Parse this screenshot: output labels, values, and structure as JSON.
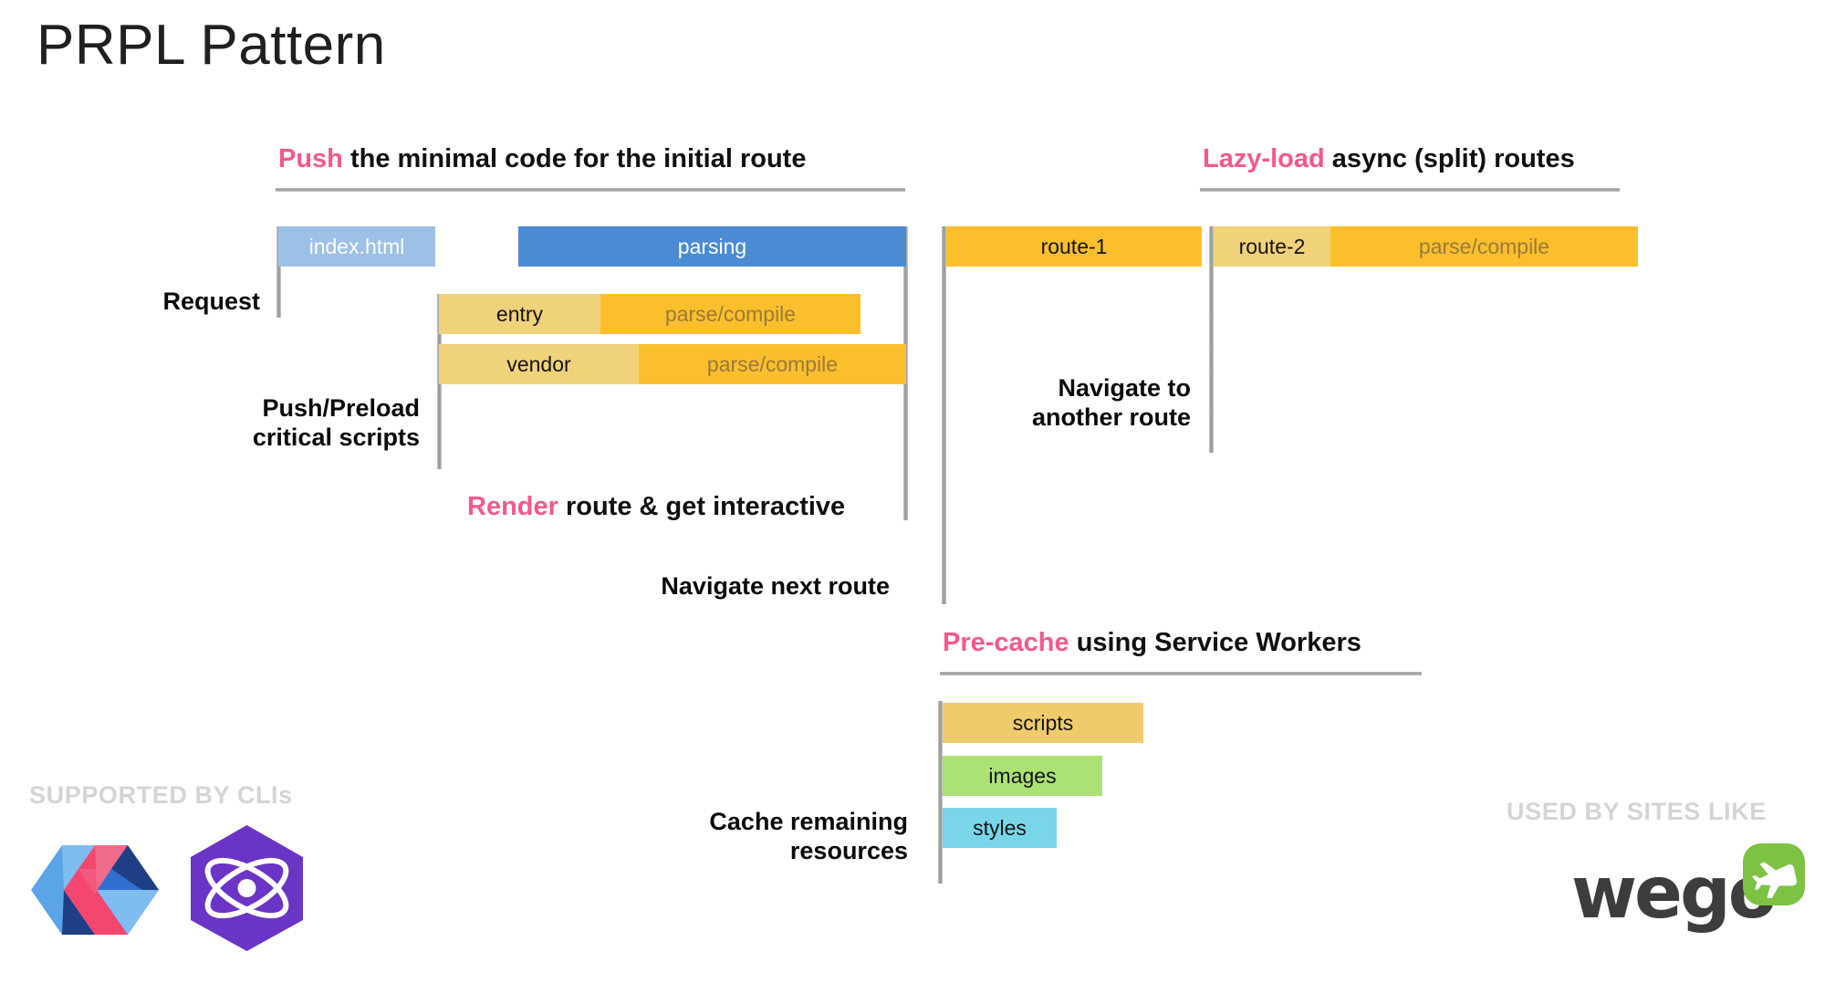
{
  "page": {
    "title": "PRPL Pattern",
    "accent_color": "#F4598A",
    "background": "#ffffff"
  },
  "sections": {
    "push": {
      "accent_word": "Push",
      "rest": " the minimal code for the initial route"
    },
    "lazy": {
      "accent_word": "Lazy-load",
      "rest": " async (split) routes"
    },
    "render": {
      "accent_word": "Render",
      "rest": " route & get interactive"
    },
    "precache": {
      "accent_word": "Pre-cache",
      "rest": " using Service Workers"
    }
  },
  "row_labels": {
    "request": "Request",
    "push_preload": "Push/Preload\ncritical scripts",
    "navigate_next": "Navigate next route",
    "navigate_another": "Navigate to\nanother route",
    "cache_remaining": "Cache remaining\nresources"
  },
  "bars": {
    "index_html": {
      "label": "index.html",
      "color": "#9CC0E6",
      "text_color": "#ffffff"
    },
    "parsing": {
      "label": "parsing",
      "color": "#4A8BD4",
      "text_color": "#ffffff"
    },
    "entry": {
      "name": "entry",
      "phase": "parse/compile",
      "name_color": "#F0D27B",
      "phase_color": "#FBBF2E"
    },
    "vendor": {
      "name": "vendor",
      "phase": "parse/compile",
      "name_color": "#F0D27B",
      "phase_color": "#FBBF2E"
    },
    "route_1": {
      "label": "route-1",
      "color": "#FBBF2E",
      "text_color": "#141414"
    },
    "route_2": {
      "name": "route-2",
      "phase": "parse/compile",
      "name_color": "#F0D27B",
      "phase_color": "#FBBF2E"
    },
    "cache": [
      {
        "label": "scripts",
        "color": "#EFCB6C"
      },
      {
        "label": "images",
        "color": "#ACE174"
      },
      {
        "label": "styles",
        "color": "#79D6E8"
      }
    ]
  },
  "footer": {
    "supported_by": "SUPPORTED BY CLIs",
    "used_by": "USED BY SITES LIKE",
    "logos": {
      "polymer": "polymer-logo",
      "preact": "preact-logo",
      "wego": "wego"
    }
  }
}
